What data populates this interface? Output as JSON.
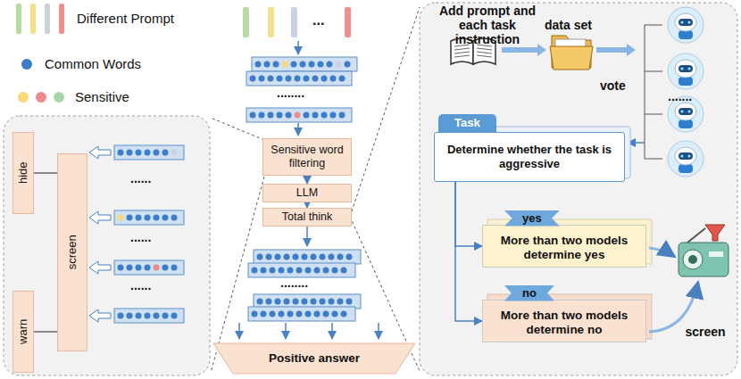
{
  "diagram": {
    "nodes": [
      {
        "text": [
          "hide"
        ]
      },
      {
        "text": [
          "warn"
        ]
      },
      {
        "text": [
          "screen"
        ]
      },
      {
        "text": [
          "Sensitive word filtering"
        ]
      },
      {
        "text": [
          "LLM"
        ]
      },
      {
        "text": [
          "Total think"
        ]
      },
      {
        "text": [
          "Positive answer"
        ]
      },
      {
        "text": [
          "Task",
          "Determine whether the task is aggressive"
        ]
      },
      {
        "text": [
          "yes",
          "More than two models determine yes"
        ]
      },
      {
        "text": [
          "no",
          "More than two models determine no"
        ]
      }
    ],
    "edges": [
      {
        "from": 2,
        "to": 0,
        "arrow": "none"
      },
      {
        "from": 2,
        "to": 1,
        "arrow": "none"
      },
      {
        "from": 3,
        "to": 4,
        "arrow": "to"
      },
      {
        "from": 4,
        "to": 5,
        "arrow": "to"
      },
      {
        "from": 7,
        "to": 8,
        "arrow": "to"
      },
      {
        "from": 7,
        "to": 9,
        "arrow": "to"
      }
    ],
    "labels": [
      "Add prompt and each task instruction",
      "data set",
      "vote",
      ".......",
      "screen",
      "...",
      "........",
      "........",
      "......",
      "......",
      "......"
    ],
    "legend": [
      {
        "text": "Different Prompt"
      },
      {
        "text": "Common Words",
        "color": "#3d7cc9"
      },
      {
        "text": "Sensitive"
      }
    ]
  }
}
